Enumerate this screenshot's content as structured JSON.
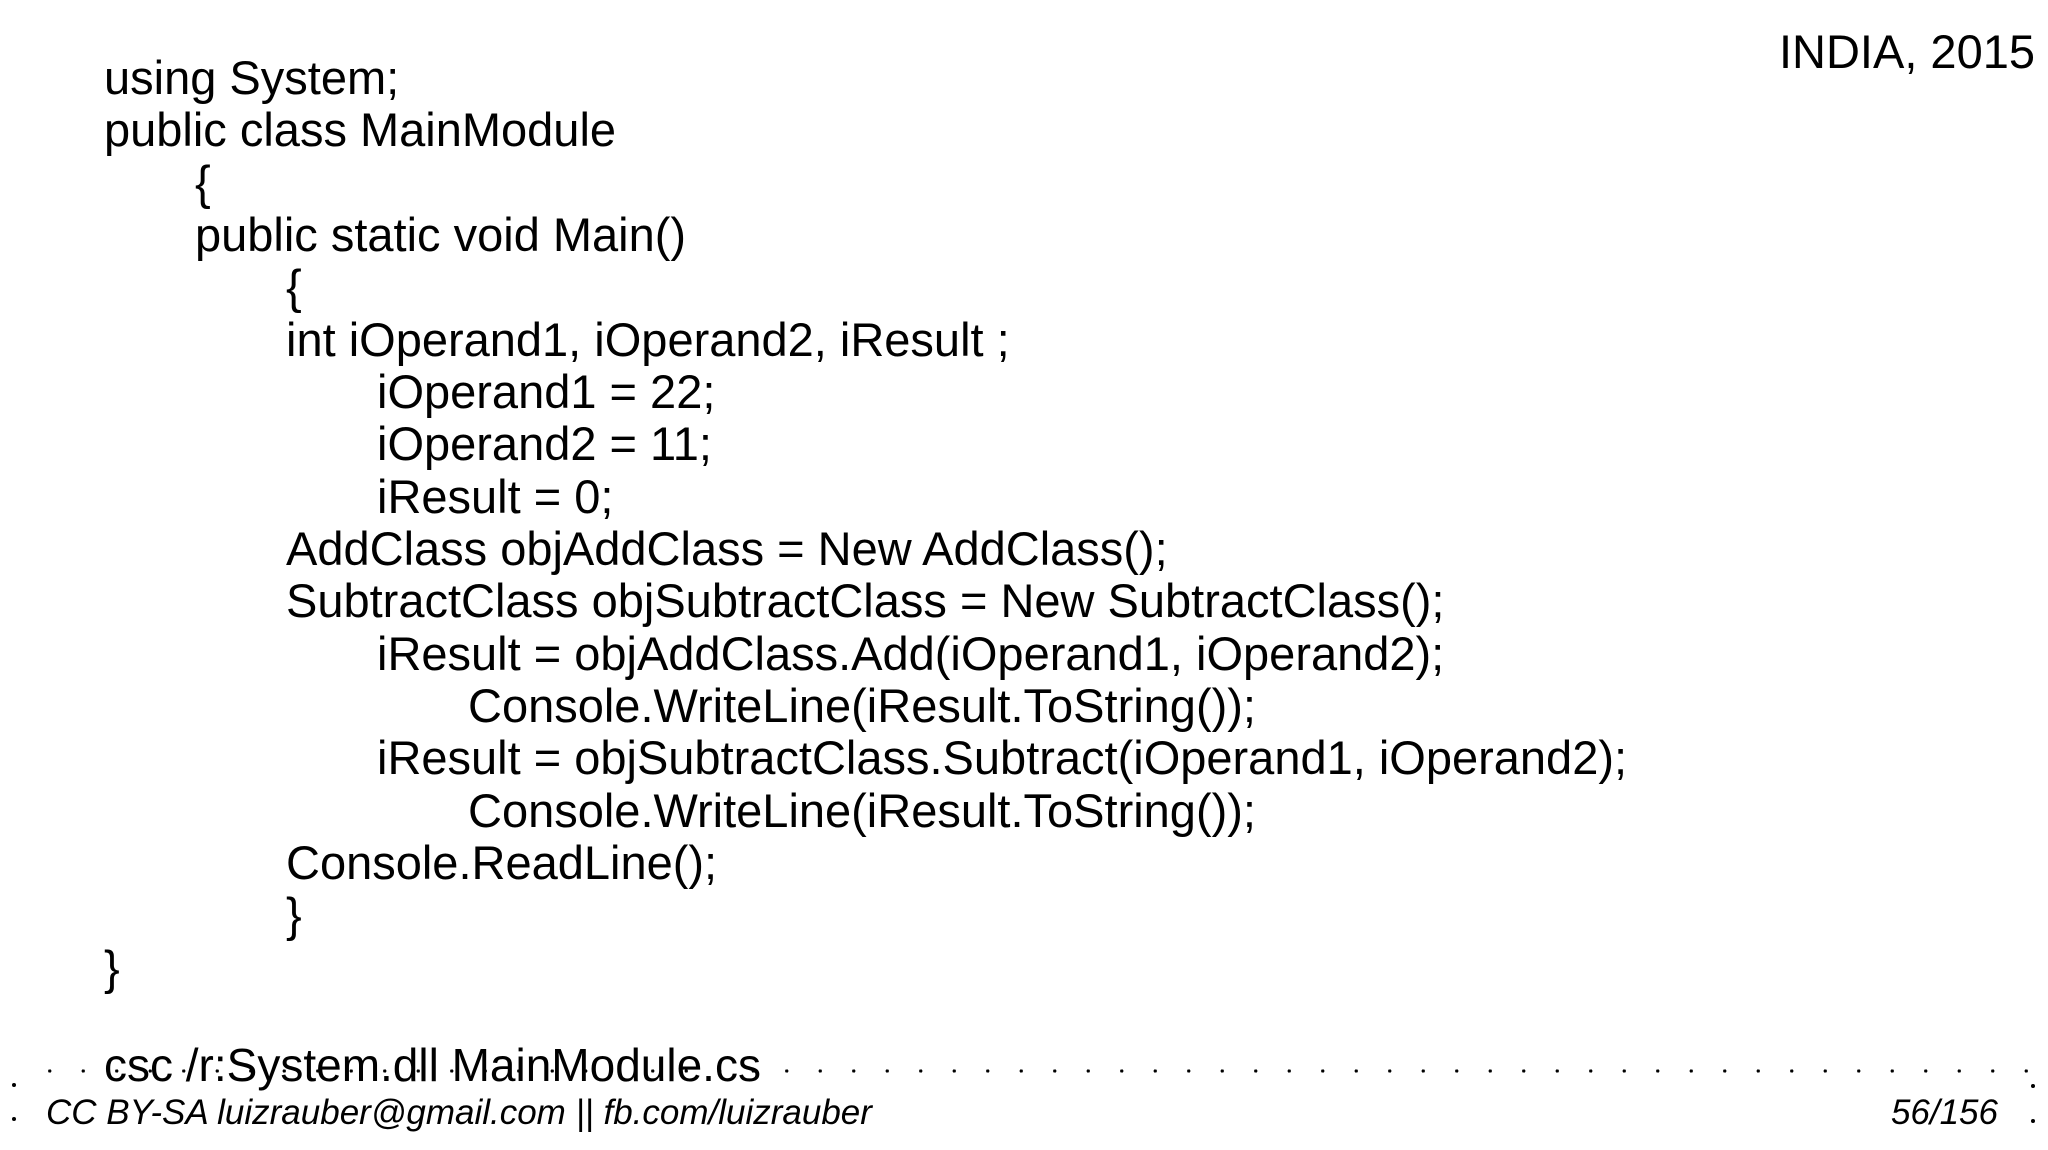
{
  "colors": {
    "background": "#ffffff",
    "text": "#000000"
  },
  "header": {
    "location_label": "INDIA, 2015"
  },
  "code": {
    "language": "csharp",
    "lines": [
      {
        "indent": 0,
        "text": "using System;"
      },
      {
        "indent": 0,
        "text": "public class MainModule"
      },
      {
        "indent": 1,
        "text": "{"
      },
      {
        "indent": 1,
        "text": "public static void Main()"
      },
      {
        "indent": 2,
        "text": "{"
      },
      {
        "indent": 2,
        "text": "int iOperand1, iOperand2, iResult ;"
      },
      {
        "indent": 3,
        "text": "iOperand1 = 22;"
      },
      {
        "indent": 3,
        "text": "iOperand2 = 11;"
      },
      {
        "indent": 3,
        "text": "iResult = 0;"
      },
      {
        "indent": 2,
        "text": "AddClass objAddClass = New AddClass();"
      },
      {
        "indent": 2,
        "text": "SubtractClass objSubtractClass = New SubtractClass();"
      },
      {
        "indent": 3,
        "text": "iResult = objAddClass.Add(iOperand1, iOperand2);"
      },
      {
        "indent": 4,
        "text": "Console.WriteLine(iResult.ToString());"
      },
      {
        "indent": 3,
        "text": "iResult = objSubtractClass.Subtract(iOperand1, iOperand2);"
      },
      {
        "indent": 4,
        "text": "Console.WriteLine(iResult.ToString());"
      },
      {
        "indent": 2,
        "text": "Console.ReadLine();"
      },
      {
        "indent": 2,
        "text": "}"
      },
      {
        "indent": 0,
        "text": "}"
      }
    ]
  },
  "compile_command": "csc /r:System.dll MainModule.cs",
  "footer": {
    "license": "CC BY-SA luizrauber@gmail.com || fb.com/luizrauber",
    "page_number": "56/156"
  }
}
